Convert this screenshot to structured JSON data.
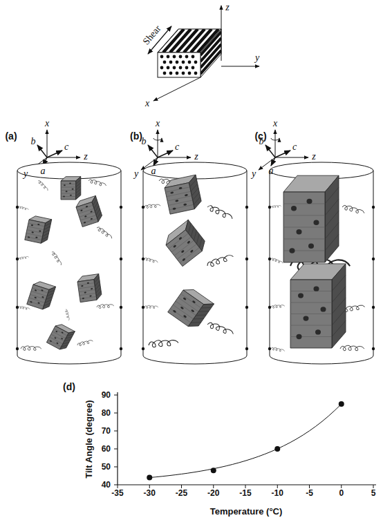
{
  "diagram": {
    "labels": [
      "Shear",
      "z",
      "y",
      "x",
      "(a)",
      "x",
      "b",
      "c",
      "z",
      "a",
      "y",
      "(b)",
      "x",
      "b",
      "c",
      "z",
      "a",
      "y",
      "(c)",
      "x",
      "b",
      "c",
      "z",
      "a",
      "y",
      "(d)",
      "Tilt Angle (degree)",
      "Temperature (°C)",
      "90",
      "80",
      "70",
      "60",
      "50",
      "40",
      "-35",
      "-30",
      "-25",
      "-20",
      "-15",
      "-10",
      "-5",
      "0",
      "5"
    ]
  }
}
